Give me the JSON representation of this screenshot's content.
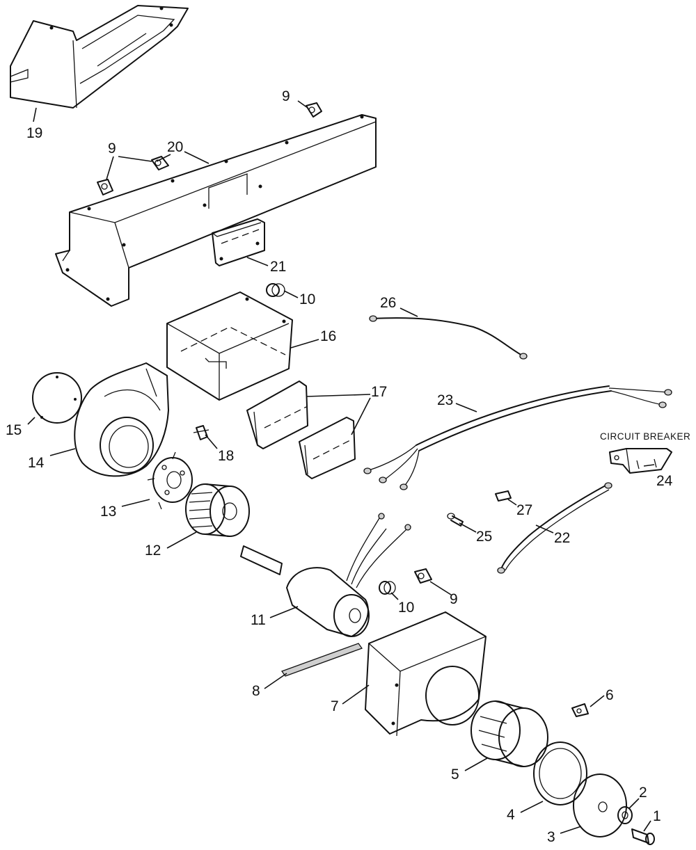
{
  "labels": {
    "p1": "1",
    "p2": "2",
    "p3": "3",
    "p4": "4",
    "p5": "5",
    "p6": "6",
    "p7": "7",
    "p8": "8",
    "p9a": "9",
    "p9b": "9",
    "p9c": "9",
    "p10a": "10",
    "p10b": "10",
    "p11": "11",
    "p12": "12",
    "p13": "13",
    "p14": "14",
    "p15": "15",
    "p16": "16",
    "p17": "17",
    "p18": "18",
    "p19": "19",
    "p20": "20",
    "p21": "21",
    "p22": "22",
    "p23": "23",
    "p24": "24",
    "p25": "25",
    "p26": "26",
    "p27": "27"
  },
  "circuit_breaker_label": "CIRCUIT BREAKER"
}
